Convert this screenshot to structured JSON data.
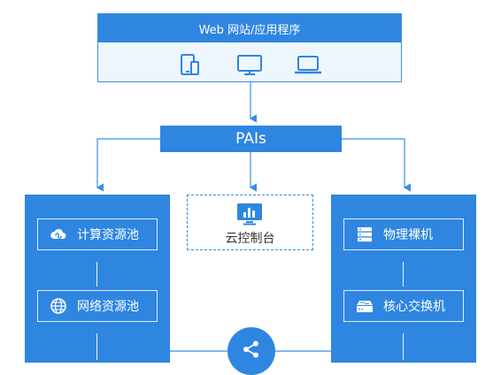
{
  "top_box": {
    "title": "Web 网站/应用程序",
    "devices": [
      "mobile-icon",
      "desktop-monitor-icon",
      "laptop-icon"
    ]
  },
  "pais": {
    "label": "PAIs"
  },
  "left_panel": {
    "items": [
      {
        "label": "计算资源池",
        "icon": "cloud-loop-icon"
      },
      {
        "label": "网络资源池",
        "icon": "globe-icon"
      }
    ]
  },
  "right_panel": {
    "items": [
      {
        "label": "物理裸机",
        "icon": "server-rack-icon"
      },
      {
        "label": "核心交换机",
        "icon": "switch-icon"
      }
    ]
  },
  "console": {
    "label": "云控制台",
    "icon": "bar-chart-monitor-icon"
  },
  "hub": {
    "icon": "share-icon"
  },
  "colors": {
    "primary": "#2f86e0",
    "light_bg": "#eef6fd",
    "line": "#3b8fe0"
  }
}
